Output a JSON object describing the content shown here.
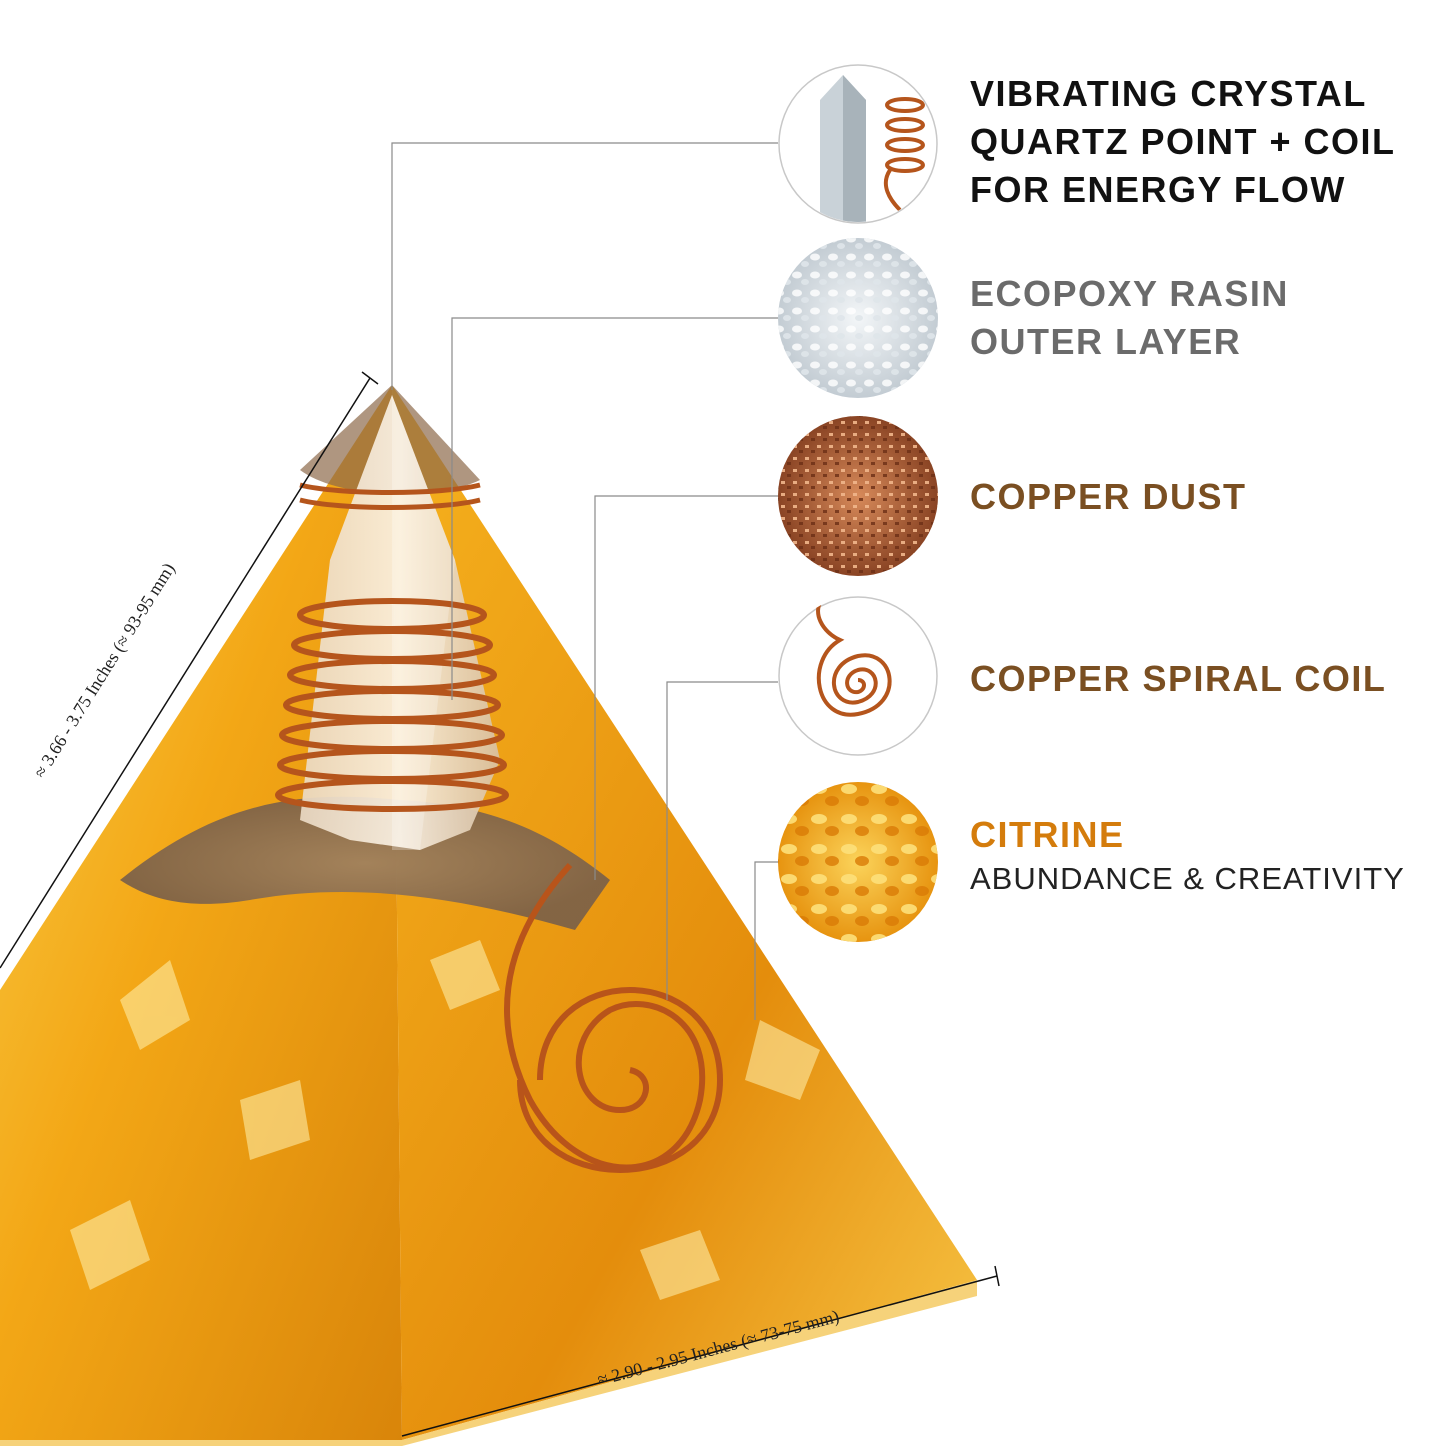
{
  "colors": {
    "black_label": "#111111",
    "gray_label": "#6b6b6b",
    "brown_label": "#7a4f22",
    "orange_label": "#d47c0c",
    "citrine": "#f4a81a",
    "copper": "#b5551c"
  },
  "features": [
    {
      "lines": [
        "VIBRATING CRYSTAL",
        "QUARTZ POINT + COIL",
        "FOR ENERGY FLOW"
      ],
      "swatch": "quartz-point-coil-icon"
    },
    {
      "lines": [
        "ECOPOXY RASIN",
        "OUTER LAYER"
      ],
      "swatch": "resin-granules-icon"
    },
    {
      "lines": [
        "COPPER DUST"
      ],
      "swatch": "copper-dust-icon"
    },
    {
      "lines": [
        "COPPER SPIRAL COIL"
      ],
      "swatch": "copper-spiral-icon"
    },
    {
      "lines": [
        "CITRINE"
      ],
      "subtitle": "ABUNDANCE & CREATIVITY",
      "swatch": "citrine-chips-icon"
    }
  ],
  "dimensions": {
    "height": "≈ 3.66 - 3.75 Inches (≈ 93-95 mm)",
    "base": "≈ 2.90 - 2.95 Inches (≈ 73-75 mm)"
  }
}
